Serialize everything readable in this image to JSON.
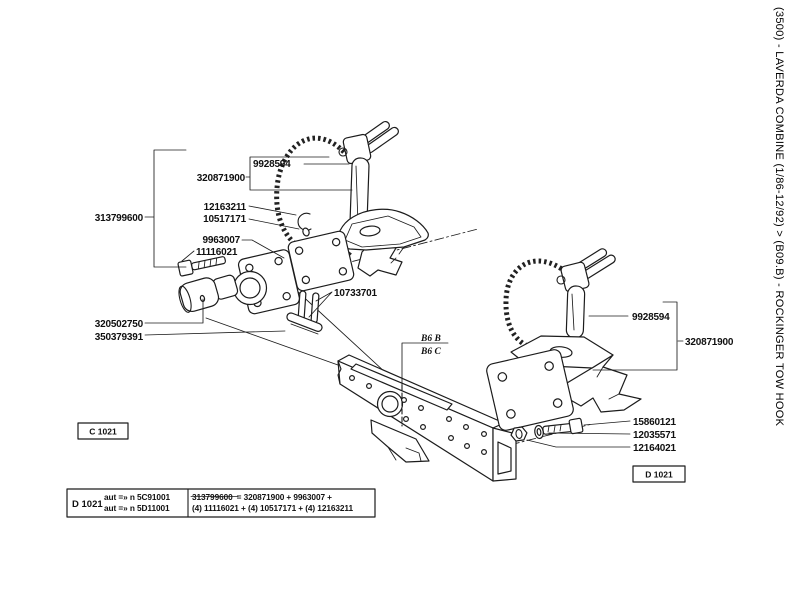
{
  "breadcrumb": {
    "text": "(3500) - LAVERDA COMBINE (1/86-12/92) > (B09.B) - ROCKINGER TOW HOOK"
  },
  "parts": {
    "kit": "313799600",
    "pin_left": "9928594",
    "hook_left": "320871900",
    "washer_small": "12163211",
    "screw_small": "10517171",
    "plate": "9963007",
    "bolt_small": "11116021",
    "dowel_pins": "10733701",
    "bush": "320502750",
    "roll_pin": "350379391",
    "pin_right": "9928594",
    "hook_right": "320871900",
    "bolt_right": "15860121",
    "washer_right": "12035571",
    "nut_right": "12164021"
  },
  "refs": {
    "view_c": "C 1021",
    "view_d": "D 1021",
    "section_upper": "B6 B",
    "section_lower": "B6 C"
  },
  "note_table": {
    "ref": "D 1021",
    "applicability_1": "aut =» n 5C91001",
    "applicability_2": "aut =» n 5D11001",
    "superseded_part": "313799600",
    "formula_tail": "= 320871900 + 9963007 +",
    "formula_line2": "(4) 11116021 + (4) 10517171 + (4) 12163211"
  }
}
